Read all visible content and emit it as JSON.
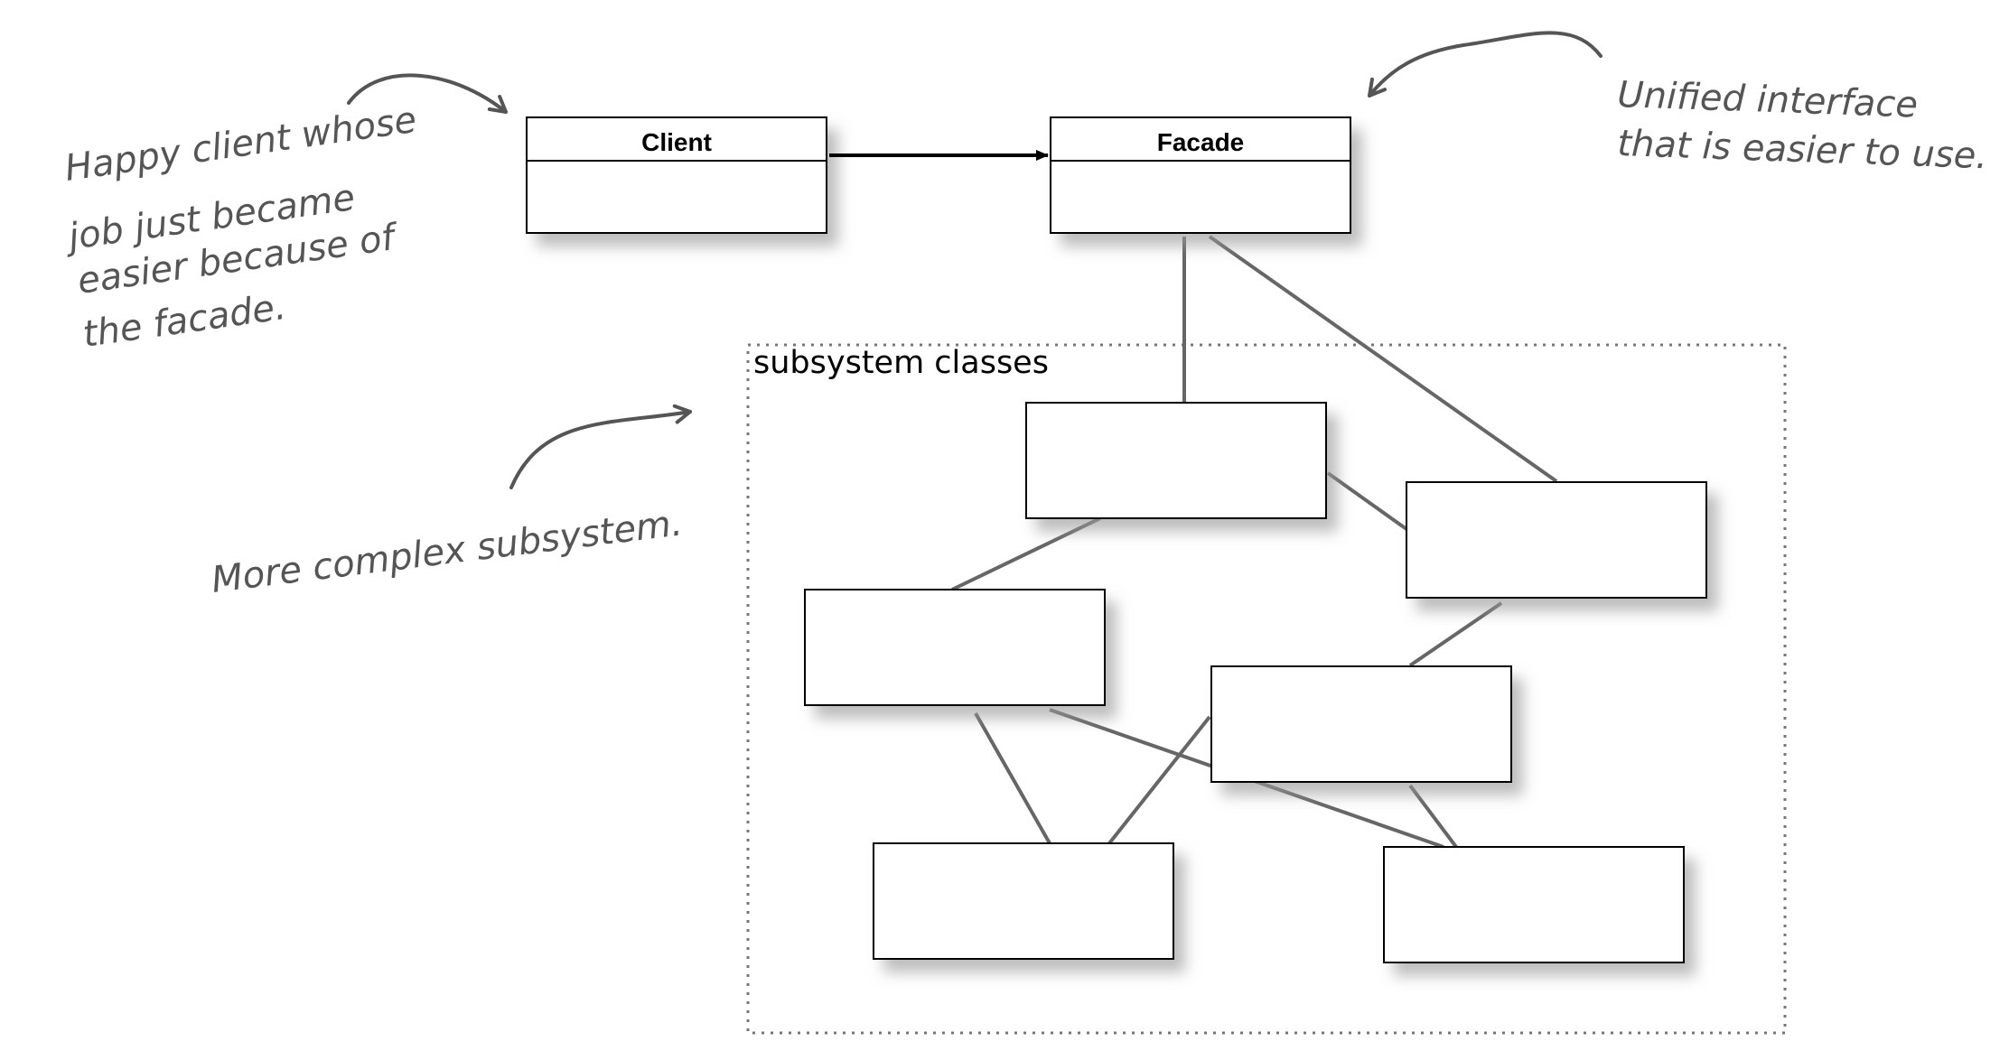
{
  "classes": {
    "client": "Client",
    "facade": "Facade"
  },
  "group_label": "subsystem classes",
  "annotations": {
    "client_note": [
      "Happy client whose",
      "job just became",
      "easier because of",
      "the facade."
    ],
    "facade_note": [
      "Unified interface",
      "that is easier to use."
    ],
    "subsystem_note": "More complex subsystem."
  },
  "colors": {
    "box_border": "#000000",
    "connector": "#666666",
    "handwriting": "#555555",
    "shadow": "#9a9a9a",
    "group_border": "#777777"
  }
}
